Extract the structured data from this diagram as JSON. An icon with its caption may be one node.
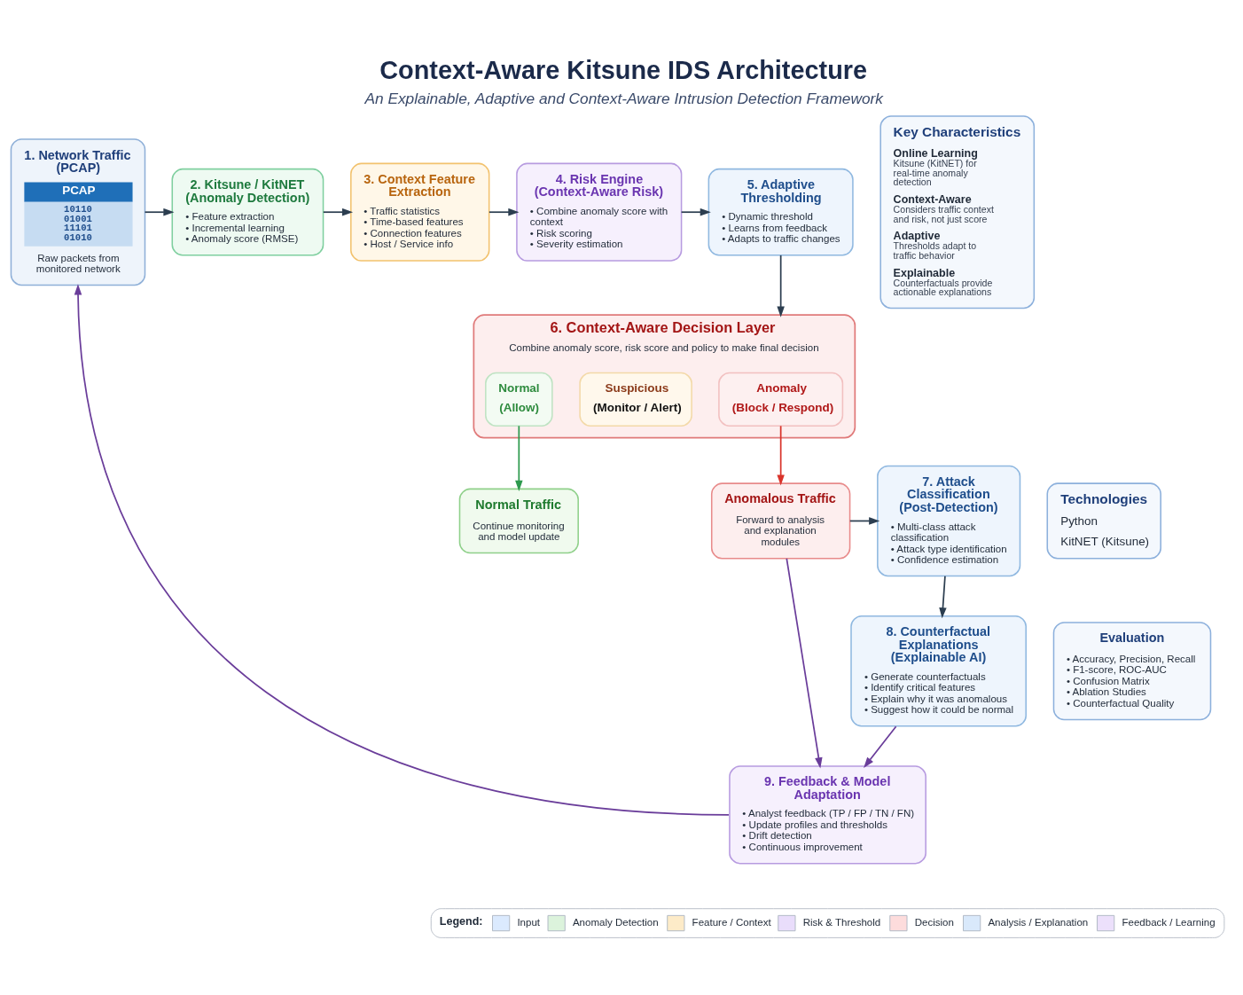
{
  "diagram": {
    "title": "Context-Aware Kitsune IDS Architecture",
    "caption": "An Explainable, Adaptive and Context-Aware Intrusion Detection Framework",
    "nodes": [
      {
        "text": [
          "1. Network Traffic (PCAP)",
          "PCAP",
          "10110 01001 11101 01010",
          "Raw packets from monitored network"
        ]
      },
      {
        "text": [
          "2. Kitsune / KitNET (Anomaly Detection)",
          "• Feature extraction",
          "• Incremental learning",
          "• Anomaly score (RMSE)"
        ]
      },
      {
        "text": [
          "3. Context Feature Extraction",
          "• Traffic statistics",
          "• Time-based features",
          "• Connection features",
          "• Host / Service info"
        ]
      },
      {
        "text": [
          "4. Risk Engine (Context-Aware Risk)",
          "• Combine anomaly score with context",
          "• Risk scoring",
          "• Severity estimation"
        ]
      },
      {
        "text": [
          "5. Adaptive Thresholding",
          "• Dynamic threshold",
          "• Learns from feedback",
          "• Adapts to traffic changes"
        ]
      },
      {
        "text": [
          "6. Context-Aware Decision Layer",
          "Combine anomaly score, risk score and policy to make final decision"
        ]
      },
      {
        "text": [
          "Normal",
          "(Allow)"
        ],
        "in": 5
      },
      {
        "text": [
          "Suspicious",
          "(Monitor / Alert)"
        ],
        "in": 5
      },
      {
        "text": [
          "Anomaly",
          "(Block / Respond)"
        ],
        "in": 5
      },
      {
        "text": [
          "Normal Traffic",
          "Continue monitoring and model update"
        ]
      },
      {
        "text": [
          "Anomalous Traffic",
          "Forward to analysis and explanation modules"
        ]
      },
      {
        "text": [
          "7. Attack Classification (Post-Detection)",
          "• Multi-class attack classification",
          "• Attack type identification",
          "• Confidence estimation"
        ]
      },
      {
        "text": [
          "8. Counterfactual Explanations (Explainable AI)",
          "• Generate counterfactuals",
          "• Identify critical features",
          "• Explain why it was anomalous",
          "• Suggest how it could be normal"
        ]
      },
      {
        "text": [
          "9. Feedback & Model Adaptation",
          "• Analyst feedback (TP / FP / TN / FN)",
          "• Update profiles and thresholds",
          "• Drift detection",
          "• Continuous improvement"
        ]
      },
      {
        "text": [
          "Key Characteristics",
          "Online Learning",
          "Kitsune (KitNET) for real-time anomaly detection",
          "Context-Aware",
          "Considers traffic context and risk, not just score",
          "Adaptive",
          "Thresholds adapt to traffic behavior",
          "Explainable",
          "Counterfactuals provide actionable explanations"
        ]
      },
      {
        "text": [
          "Technologies",
          "Python",
          "KitNET (Kitsune)"
        ]
      },
      {
        "text": [
          "Evaluation",
          "• Accuracy, Precision, Recall",
          "• F1-score, ROC-AUC",
          "• Confusion Matrix",
          "• Ablation Studies",
          "• Counterfactual Quality"
        ]
      }
    ],
    "edges": [
      {
        "from": 0,
        "to": 1,
        "arrow": "to"
      },
      {
        "from": 1,
        "to": 2,
        "arrow": "to"
      },
      {
        "from": 2,
        "to": 3,
        "arrow": "to"
      },
      {
        "from": 3,
        "to": 4,
        "arrow": "to"
      },
      {
        "from": 4,
        "to": 5,
        "arrow": "to"
      },
      {
        "from": 6,
        "to": 9,
        "arrow": "to",
        "color": "#2e9a4e"
      },
      {
        "from": 8,
        "to": 10,
        "arrow": "to",
        "color": "#d9342b"
      },
      {
        "from": 10,
        "to": 11,
        "arrow": "to"
      },
      {
        "from": 11,
        "to": 12,
        "arrow": "to"
      },
      {
        "from": 12,
        "to": 13,
        "arrow": "to",
        "color": "#6a3d9a"
      },
      {
        "from": 10,
        "to": 13,
        "arrow": "to",
        "color": "#6a3d9a"
      },
      {
        "from": 13,
        "to": 0,
        "arrow": "to",
        "color": "#6a3d9a"
      }
    ],
    "labels": [
      "Legend:"
    ],
    "legend": [
      {
        "text": "Input",
        "color": "#dbeafe"
      },
      {
        "text": "Anomaly Detection",
        "color": "#dcf3dc"
      },
      {
        "text": "Feature / Context",
        "color": "#fdebc8"
      },
      {
        "text": "Risk & Threshold",
        "color": "#e9ddfb"
      },
      {
        "text": "Decision",
        "color": "#fddcdc"
      },
      {
        "text": "Analysis / Explanation",
        "color": "#d9e9fb"
      },
      {
        "text": "Feedback / Learning",
        "color": "#ece0fb"
      }
    ]
  }
}
